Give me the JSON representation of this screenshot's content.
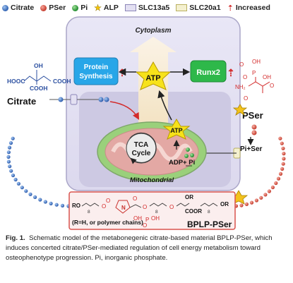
{
  "legend": {
    "citrate": "Citrate",
    "pser": "PSer",
    "pi": "Pi",
    "alp": "ALP",
    "slc13a5": "SLC13a5",
    "slc20a1": "SLC20a1",
    "increased": "Increased"
  },
  "diagram": {
    "cytoplasm": "Cytoplasm",
    "protein_line1": "Protein",
    "protein_line2": "Synthesis",
    "atp_center": "ATP",
    "runx2": "Runx2",
    "citrate_formula": {
      "hooc_left": "HOOC",
      "oh": "OH",
      "cooh_right": "COOH",
      "cooh_bottom": "COOH"
    },
    "citrate_label": "Citrate",
    "pser_formula": {
      "nh2": "NH₂",
      "p": "P",
      "oh_a": "OH",
      "oh_b": "OH",
      "o_top": "O",
      "o_side": "O",
      "o_bottom": "O",
      "o_link": "O"
    },
    "pser_label": "PSer",
    "pi_ser": "Pi+Ser",
    "tca_line1": "TCA",
    "tca_line2": "Cycle",
    "atp_mito": "ATP",
    "adp_pi": "ADP+ Pi",
    "mitochondrial": "Mitochondrial",
    "polymer": {
      "ro": "RO",
      "sub8_a": "8",
      "sub8_b": "8",
      "sub8_c": "8",
      "or_top": "OR",
      "or_right": "OR",
      "coor": "COOR",
      "n_atom": "N",
      "o_a": "O",
      "o_b": "O",
      "o_c": "O",
      "o_d": "O",
      "o_e": "O",
      "o_f": "O",
      "oh_a": "OH",
      "oh_b": "OH",
      "p": "P",
      "note": "(R=H, or polymer chains)",
      "name": "BPLP-PSer"
    }
  },
  "caption": {
    "label": "Fig. 1.",
    "text": "Schematic model of the metabonegenic citrate-based material BPLP-PSer, which induces concerted citrate/PSer-mediated regulation of cell energy metabolism toward osteophenotype progression. Pi, inorganic phosphate."
  }
}
